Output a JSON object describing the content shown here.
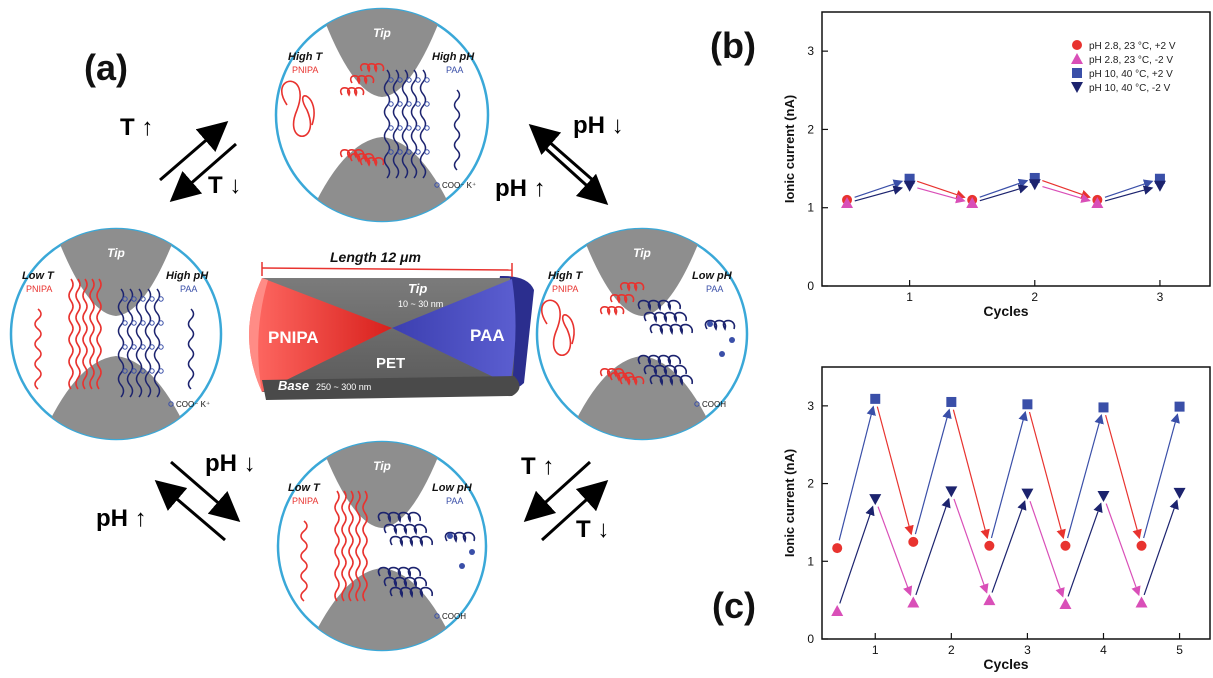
{
  "panels": {
    "a": {
      "label": "(a)",
      "center_tube": {
        "length_label": "Length 12 μm",
        "tip_label": "Tip",
        "tip_size": "10 ~ 30 nm",
        "left_label": "PNIPA",
        "right_label": "PAA",
        "body_label": "PET",
        "base_label": "Base",
        "base_size": "250 ~ 300 nm"
      },
      "states": [
        {
          "id": "top",
          "tip": "Tip",
          "left_title": "High T",
          "left_poly": "PNIPA",
          "right_title": "High pH",
          "right_poly": "PAA",
          "ion": "COO⁻ K⁺"
        },
        {
          "id": "left",
          "tip": "Tip",
          "left_title": "Low T",
          "left_poly": "PNIPA",
          "right_title": "High pH",
          "right_poly": "PAA",
          "ion": "COO⁻ K⁺"
        },
        {
          "id": "right",
          "tip": "Tip",
          "left_title": "High T",
          "left_poly": "PNIPA",
          "right_title": "Low pH",
          "right_poly": "PAA",
          "ion": "COOH"
        },
        {
          "id": "bottom",
          "tip": "Tip",
          "left_title": "Low T",
          "left_poly": "PNIPA",
          "right_title": "Low pH",
          "right_poly": "PAA",
          "ion": "COOH"
        }
      ],
      "transitions": {
        "top_left": {
          "up": "T ↑",
          "down": "T ↓"
        },
        "top_right": {
          "up": "pH ↓",
          "down": "pH ↑"
        },
        "bottom_left": {
          "up": "pH ↓",
          "down": "pH ↑"
        },
        "bottom_right": {
          "up": "T ↑",
          "down": "T ↓"
        }
      }
    },
    "b": {
      "label": "(b)"
    },
    "c": {
      "label": "(c)"
    }
  },
  "colors": {
    "red": "#e8332f",
    "pink": "#d94fb8",
    "blue": "#3a4fa8",
    "navy": "#1c236e",
    "tip_gray": "#8e8e8e",
    "circle_border": "#3aa8d8"
  },
  "chart_data": [
    {
      "panel": "b",
      "type": "line",
      "xlabel": "Cycles",
      "ylabel": "Ionic current (nA)",
      "xlim": [
        0.3,
        3.4
      ],
      "ylim": [
        0,
        3.5
      ],
      "xticks": [
        1,
        2,
        3
      ],
      "yticks": [
        0,
        1,
        2,
        3
      ],
      "legend_position": "top-right",
      "series": [
        {
          "name": "pH 2.8, 23 °C, +2 V",
          "marker": "circle",
          "color": "#e8332f",
          "x": [
            0.5,
            1.5,
            2.5
          ],
          "y": [
            1.1,
            1.1,
            1.1
          ]
        },
        {
          "name": "pH 2.8, 23 °C, -2 V",
          "marker": "triangle-up",
          "color": "#d94fb8",
          "x": [
            0.5,
            1.5,
            2.5
          ],
          "y": [
            1.06,
            1.06,
            1.06
          ]
        },
        {
          "name": "pH 10, 40 °C, +2 V",
          "marker": "square",
          "color": "#3a4fa8",
          "x": [
            1,
            2,
            3
          ],
          "y": [
            1.37,
            1.38,
            1.37
          ]
        },
        {
          "name": "pH 10, 40 °C, -2 V",
          "marker": "triangle-down",
          "color": "#1c236e",
          "x": [
            1,
            2,
            3
          ],
          "y": [
            1.28,
            1.3,
            1.28
          ]
        }
      ]
    },
    {
      "panel": "c",
      "type": "line",
      "xlabel": "Cycles",
      "ylabel": "Ionic current (nA)",
      "xlim": [
        0.3,
        5.4
      ],
      "ylim": [
        0,
        3.5
      ],
      "xticks": [
        1,
        2,
        3,
        4,
        5
      ],
      "yticks": [
        0,
        1,
        2,
        3
      ],
      "series": [
        {
          "name": "pH 2.8, 23 °C, +2 V",
          "marker": "circle",
          "color": "#e8332f",
          "x": [
            0.5,
            1.5,
            2.5,
            3.5,
            4.5
          ],
          "y": [
            1.17,
            1.25,
            1.2,
            1.2,
            1.2
          ]
        },
        {
          "name": "pH 2.8, 23 °C, -2 V",
          "marker": "triangle-up",
          "color": "#d94fb8",
          "x": [
            0.5,
            1.5,
            2.5,
            3.5,
            4.5
          ],
          "y": [
            0.36,
            0.47,
            0.5,
            0.45,
            0.47
          ]
        },
        {
          "name": "pH 10, 40 °C, +2 V",
          "marker": "square",
          "color": "#3a4fa8",
          "x": [
            1,
            2,
            3,
            4,
            5
          ],
          "y": [
            3.09,
            3.05,
            3.02,
            2.98,
            2.99
          ]
        },
        {
          "name": "pH 10, 40 °C, -2 V",
          "marker": "triangle-down",
          "color": "#1c236e",
          "x": [
            1,
            2,
            3,
            4,
            5
          ],
          "y": [
            1.8,
            1.9,
            1.87,
            1.84,
            1.88
          ]
        }
      ]
    }
  ]
}
